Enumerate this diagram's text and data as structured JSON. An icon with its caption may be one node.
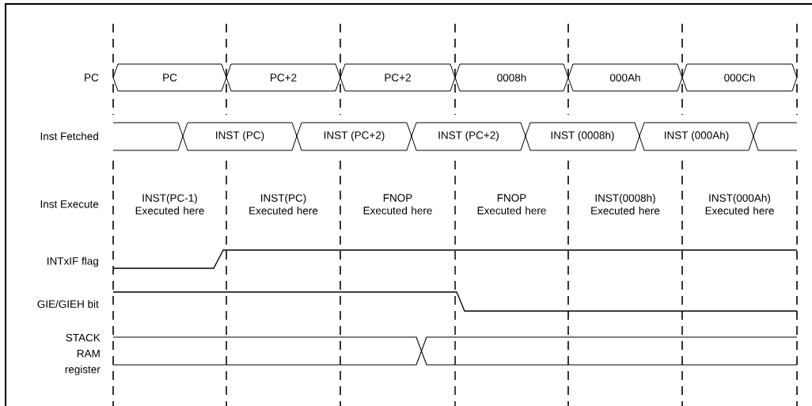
{
  "diagram": {
    "nodes": [
      {
        "text": [
          "PC"
        ]
      },
      {
        "text": [
          "PC+2"
        ]
      },
      {
        "text": [
          "PC+2"
        ]
      },
      {
        "text": [
          "0008h"
        ]
      },
      {
        "text": [
          "000Ah"
        ]
      },
      {
        "text": [
          "000Ch"
        ]
      },
      {
        "text": [],
        "shape": "box"
      },
      {
        "text": [
          "INST (PC)"
        ]
      },
      {
        "text": [
          "INST (PC+2)"
        ]
      },
      {
        "text": [
          "INST (PC+2)"
        ]
      },
      {
        "text": [
          "INST (0008h)"
        ]
      },
      {
        "text": [
          "INST (000Ah)"
        ]
      },
      {
        "text": [],
        "shape": "box"
      }
    ],
    "labels": [
      "PC",
      "Inst Fetched",
      "Inst Execute",
      "INST(PC-1) Executed here",
      "INST(PC) Executed here",
      "FNOP Executed here",
      "FNOP Executed here",
      "INST(0008h) Executed here",
      "INST(000Ah) Executed here",
      "INTxIF flag",
      "GIE/GIEH bit",
      "STACK RAM register"
    ]
  }
}
